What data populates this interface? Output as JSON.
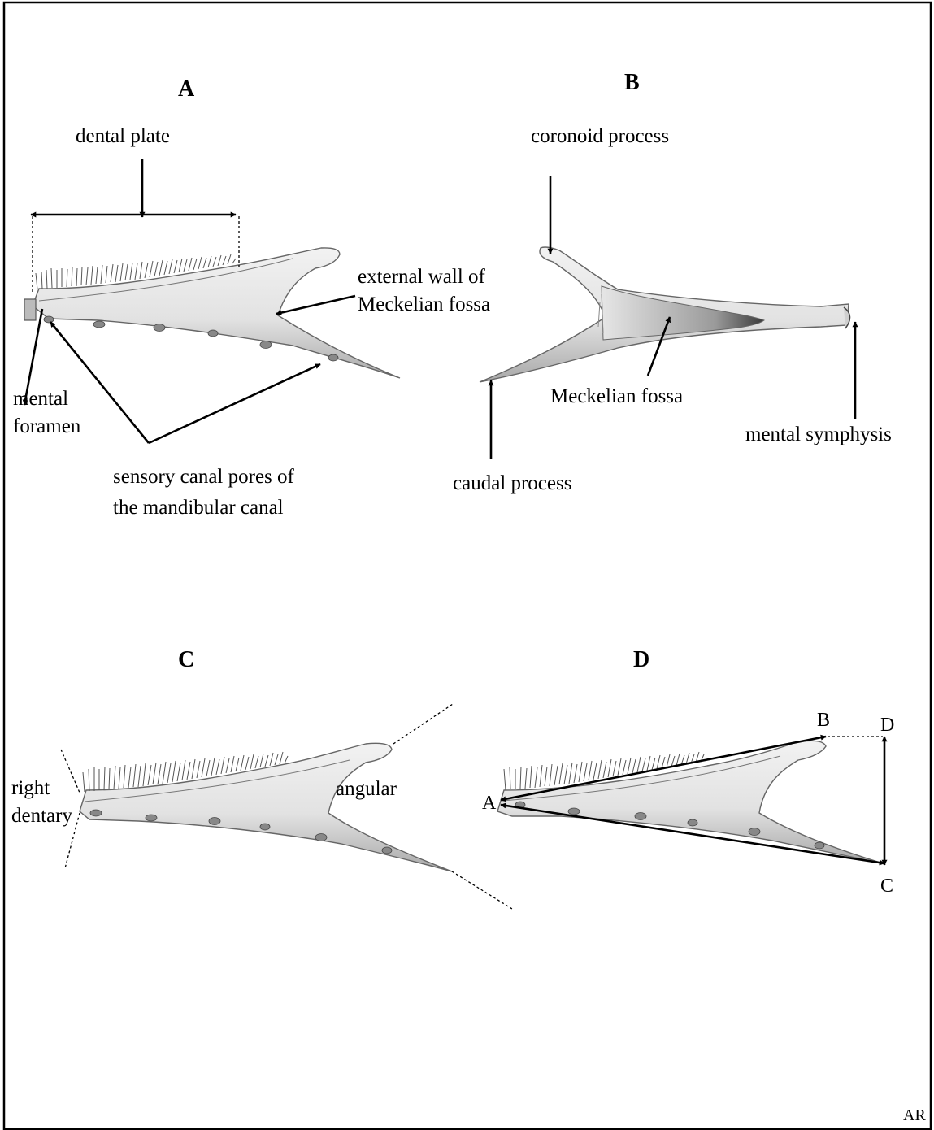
{
  "figure": {
    "panels": {
      "a": {
        "letter": "A"
      },
      "b": {
        "letter": "B"
      },
      "c": {
        "letter": "C"
      },
      "d": {
        "letter": "D"
      }
    },
    "labels": {
      "dental_plate": "dental plate",
      "external_wall_line1": "external wall of",
      "external_wall_line2": "Meckelian fossa",
      "mental_foramen_line1": "mental",
      "mental_foramen_line2": "foramen",
      "sensory_pores_line1": "sensory canal pores of",
      "sensory_pores_line2": "the mandibular canal",
      "coronoid_process": "coronoid process",
      "meckelian_fossa": "Meckelian fossa",
      "mental_symphysis": "mental symphysis",
      "caudal_process": "caudal process",
      "right_dentary_line1": "right",
      "right_dentary_line2": "dentary",
      "angular": "angular",
      "point_a": "A",
      "point_b": "B",
      "point_c": "C",
      "point_d": "D"
    },
    "signature": "AR"
  }
}
